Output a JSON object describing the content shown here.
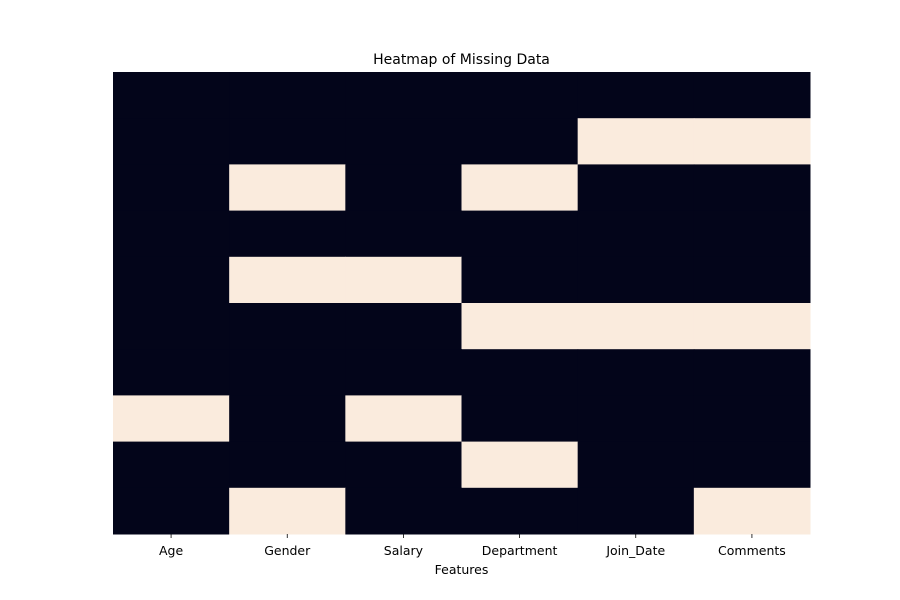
{
  "chart_data": {
    "type": "heatmap",
    "title": "Heatmap of Missing Data",
    "xlabel": "Features",
    "ylabel": "",
    "columns": [
      "Age",
      "Gender",
      "Salary",
      "Department",
      "Join_Date",
      "Comments"
    ],
    "rows": 10,
    "values": [
      [
        0,
        0,
        0,
        0,
        0,
        0
      ],
      [
        0,
        0,
        0,
        0,
        1,
        1
      ],
      [
        0,
        1,
        0,
        1,
        0,
        0
      ],
      [
        0,
        0,
        0,
        0,
        0,
        0
      ],
      [
        0,
        1,
        1,
        0,
        0,
        0
      ],
      [
        0,
        0,
        0,
        1,
        1,
        1
      ],
      [
        0,
        0,
        0,
        0,
        0,
        0
      ],
      [
        1,
        0,
        1,
        0,
        0,
        0
      ],
      [
        0,
        0,
        0,
        1,
        0,
        0
      ],
      [
        0,
        1,
        0,
        0,
        0,
        1
      ]
    ],
    "colors": {
      "present": "#03051a",
      "missing": "#faebdd"
    },
    "colorbar": false,
    "y_ticks_visible": false
  }
}
